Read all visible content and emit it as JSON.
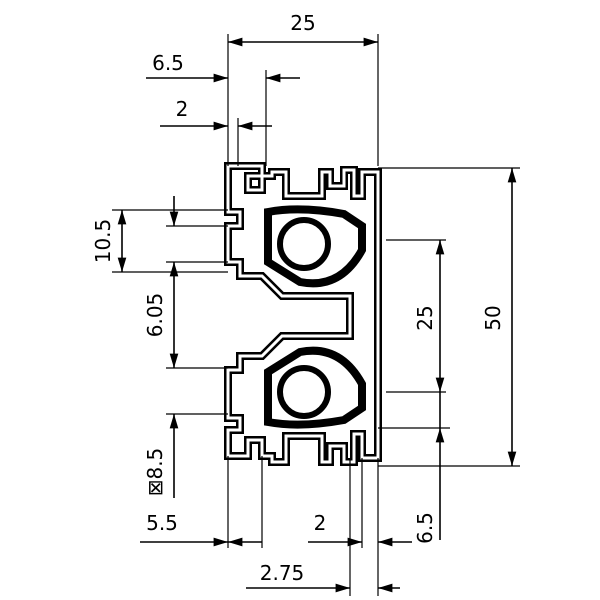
{
  "dimensions": {
    "width_total": "25",
    "slot_offset": "6.5",
    "wall": "2",
    "slot_height": "10.5",
    "web_gap": "6.05",
    "slot_width": "⊠8.5",
    "lip_left": "5.5",
    "wall_bottom": "2",
    "lip_right": "6.5",
    "step": "2.75",
    "pitch": "25",
    "height_total": "50"
  },
  "colors": {
    "line": "#000000",
    "background": "#ffffff"
  }
}
